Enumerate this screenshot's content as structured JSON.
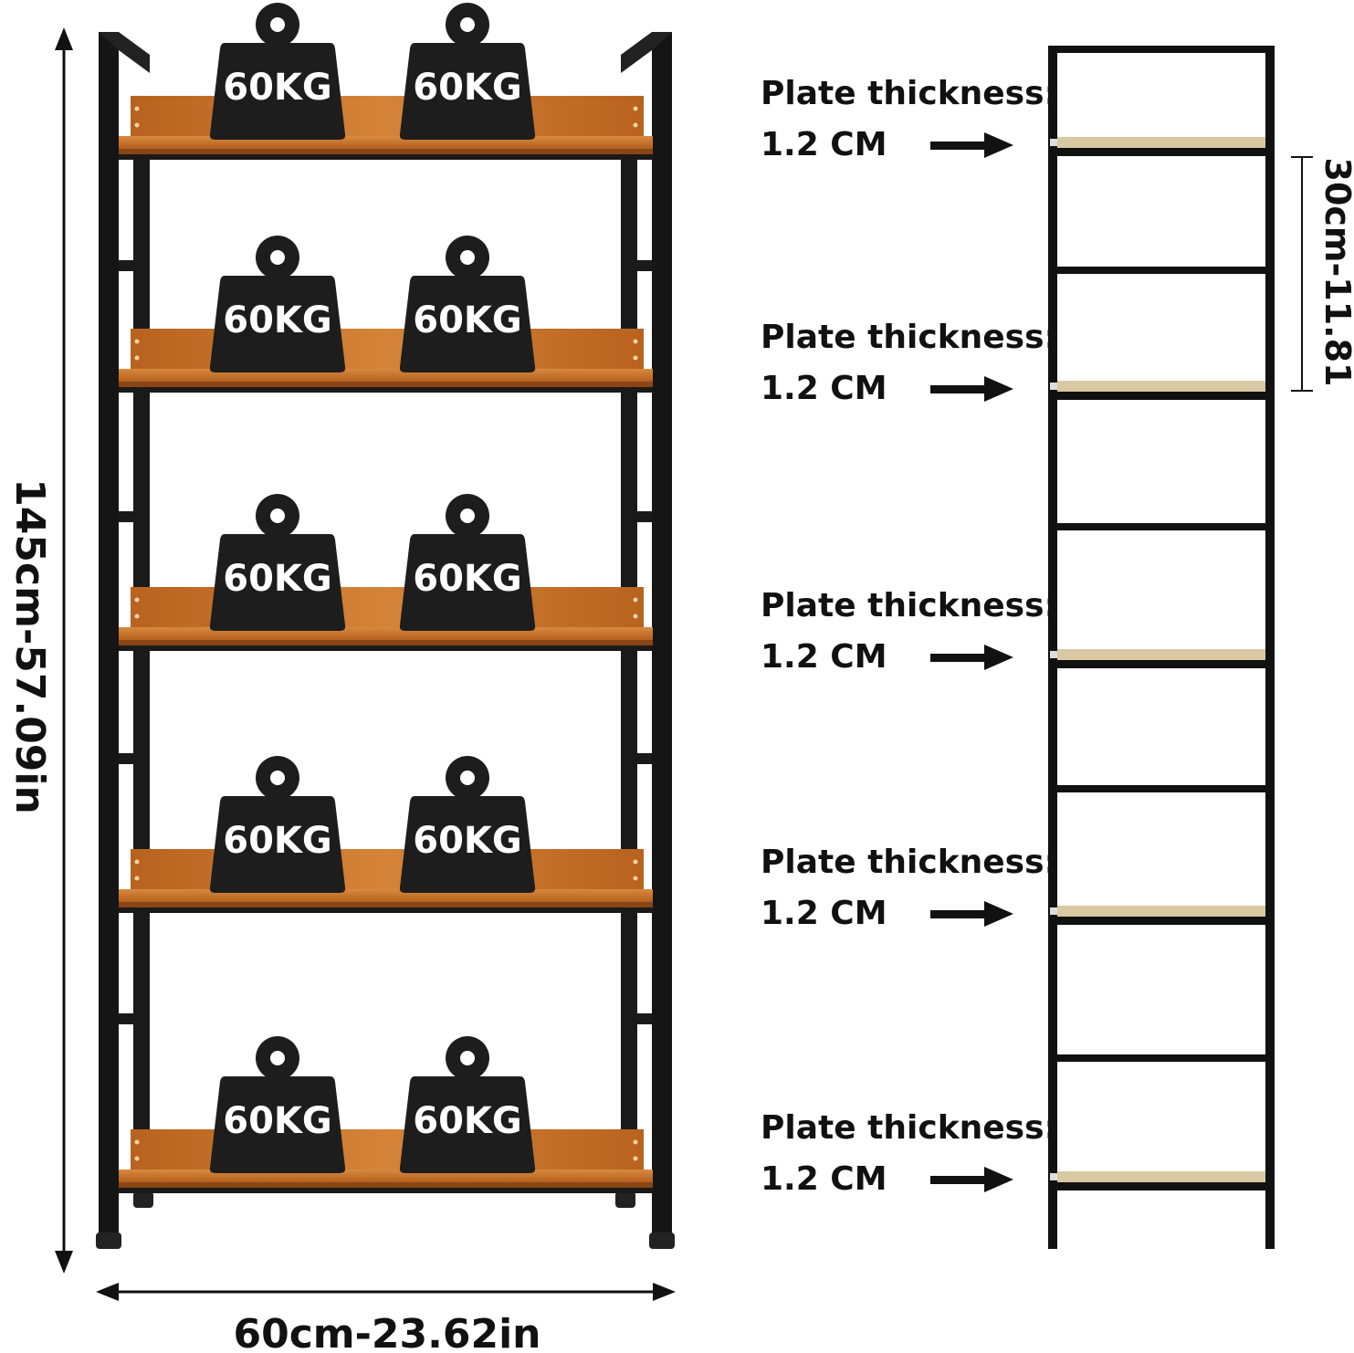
{
  "dimensions": {
    "height": "145cm-57.09in",
    "width": "60cm-23.62in",
    "shelf_spacing": "30cm-11.81"
  },
  "weights": {
    "label": "60KG",
    "rows": [
      [
        "60KG",
        "60KG"
      ],
      [
        "60KG",
        "60KG"
      ],
      [
        "60KG",
        "60KG"
      ],
      [
        "60KG",
        "60KG"
      ],
      [
        "60KG",
        "60KG"
      ]
    ]
  },
  "plates": [
    {
      "title": "Plate thickness:",
      "value": "1.2 CM"
    },
    {
      "title": "Plate thickness:",
      "value": "1.2 CM"
    },
    {
      "title": "Plate thickness:",
      "value": "1.2 CM"
    },
    {
      "title": "Plate thickness:",
      "value": "1.2 CM"
    },
    {
      "title": "Plate thickness:",
      "value": "1.2 CM"
    }
  ],
  "colors": {
    "frame": "#111111",
    "wood": "#c46a22",
    "wood_dark": "#a3541a",
    "plate_wood": "#d8c9a3",
    "weight": "#1d1d1d",
    "text": "#111111"
  }
}
